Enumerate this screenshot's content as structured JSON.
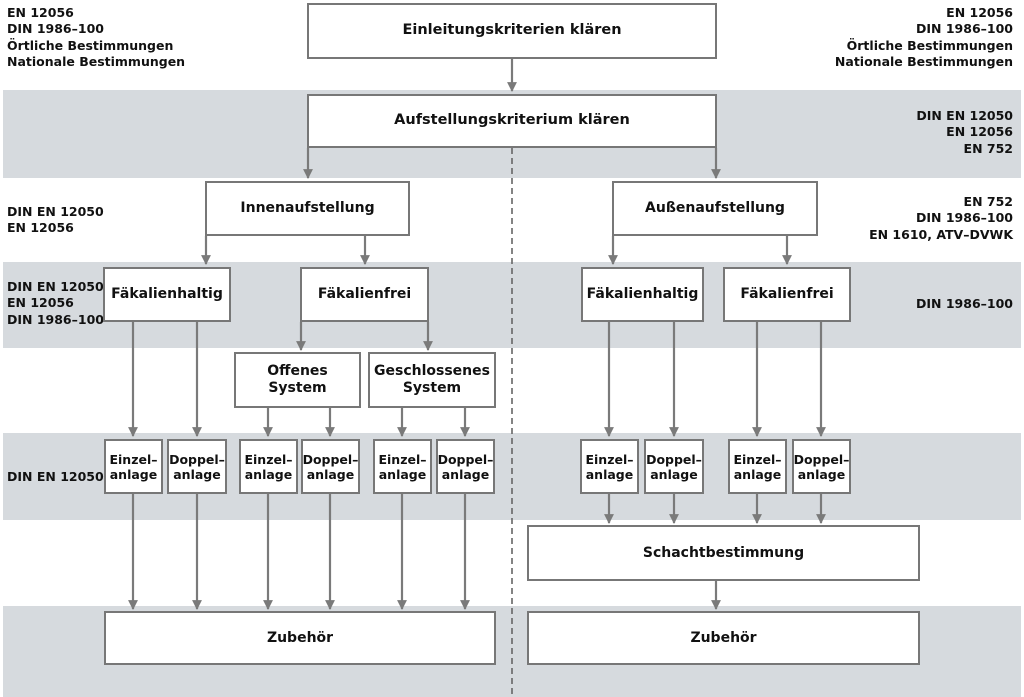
{
  "labels": {
    "top_left": "EN 12056\nDIN 1986–100\nÖrtliche Bestimmungen\nNationale Bestimmungen",
    "top_right": "EN 12056\nDIN 1986–100\nÖrtliche Bestimmungen\nNationale Bestimmungen",
    "row2_right": "DIN EN 12050\nEN 12056\nEN 752",
    "row3_left": "DIN EN 12050\nEN 12056",
    "row3_right": "EN 752\nDIN 1986–100\nEN 1610, ATV–DVWK",
    "row4_left": "DIN EN 12050\nEN 12056\nDIN 1986–100",
    "row4_right": "DIN 1986–100",
    "row6_left": "DIN EN 12050"
  },
  "boxes": {
    "einleitung": "Einleitungskriterien klären",
    "aufstellung": "Aufstellungskriterium klären",
    "innen": "Innenaufstellung",
    "aussen": "Außenaufstellung",
    "faekalienhaltig": "Fäkalienhaltig",
    "faekalienfrei": "Fäkalienfrei",
    "offenes_system": "Offenes\nSystem",
    "geschlossenes_system": "Geschlossenes\nSystem",
    "einzelanlage": "Einzel–\nanlage",
    "doppelanlage": "Doppel–\nanlage",
    "schachtbestimmung": "Schachtbestimmung",
    "zubehoer": "Zubehör"
  }
}
